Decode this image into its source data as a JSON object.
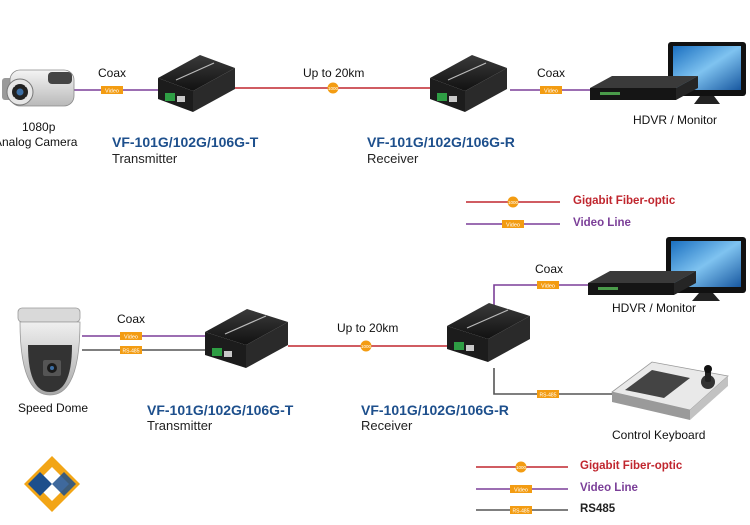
{
  "colors": {
    "fiber": "#c0262e",
    "video": "#7b3f98",
    "rs485": "#555555",
    "badge": "#f39c12",
    "model_text": "#1d4f8c"
  },
  "top": {
    "camera_label_1": "1080p",
    "camera_label_2": "Analog Camera",
    "coax_left": "Coax",
    "coax_right": "Coax",
    "distance": "Up to 20km",
    "tx_model": "VF-101G/102G/106G-T",
    "tx_role": "Transmitter",
    "rx_model": "VF-101G/102G/106G-R",
    "rx_role": "Receiver",
    "monitor_label": "HDVR / Monitor",
    "video_tag": "Video",
    "fiber_tag": "1000"
  },
  "legend_top": {
    "fiber": "Gigabit Fiber-optic",
    "video": "Video Line",
    "fiber_tag": "1000",
    "video_tag": "Video"
  },
  "bottom": {
    "dome_label": "Speed Dome",
    "coax_left": "Coax",
    "coax_right": "Coax",
    "distance": "Up to 20km",
    "tx_model": "VF-101G/102G/106G-T",
    "tx_role": "Transmitter",
    "rx_model": "VF-101G/102G/106G-R",
    "rx_role": "Receiver",
    "monitor_label": "HDVR / Monitor",
    "keyboard_label": "Control Keyboard",
    "video_tag": "Video",
    "rs485_tag": "RS-485",
    "fiber_tag": "1000"
  },
  "legend_bottom": {
    "fiber": "Gigabit Fiber-optic",
    "video": "Video Line",
    "rs485": "RS485",
    "fiber_tag": "1000",
    "video_tag": "Video",
    "rs485_tag": "RS-485"
  }
}
